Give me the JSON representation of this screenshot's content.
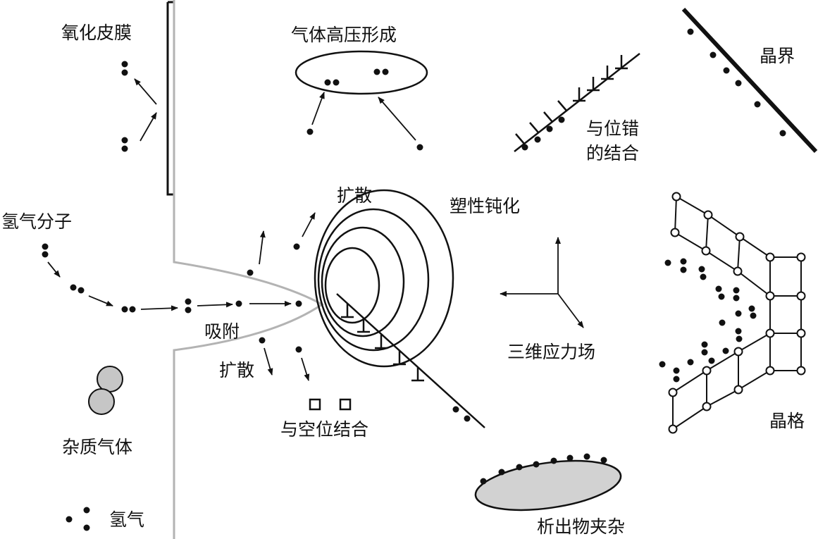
{
  "labels": {
    "oxide_film": "氧化皮膜",
    "gas_high_pressure": "气体高压形成",
    "grain_boundary": "晶界",
    "dislocation_line1": "与位错",
    "dislocation_line2": "的结合",
    "diffusion_top": "扩散",
    "plastic_blunting": "塑性钝化",
    "hydrogen_molecule": "氢气分子",
    "adsorption": "吸附",
    "diffusion_bottom": "扩散",
    "vacancy_combination": "与空位结合",
    "stress_field": "三维应力场",
    "lattice": "晶格",
    "impurity_gas": "杂质气体",
    "hydrogen": "氢气",
    "precipitate_inclusion": "析出物夹杂"
  },
  "colors": {
    "ink": "#111111",
    "crack_outline": "#b3b3b3",
    "impurity_fill": "#c6c6c6",
    "inclusion_fill": "#d2d2d2"
  }
}
